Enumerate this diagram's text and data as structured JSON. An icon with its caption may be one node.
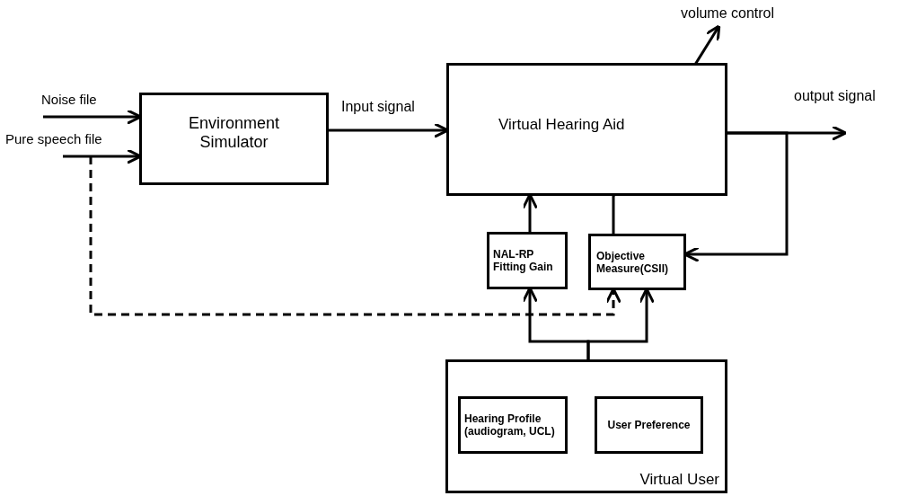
{
  "diagram": {
    "nodes": [
      {
        "text": [
          "Noise file"
        ]
      },
      {
        "text": [
          "Pure speech file"
        ]
      },
      {
        "text": [
          "Environment Simulator"
        ]
      },
      {
        "text": [
          "Virtual Hearing Aid"
        ]
      },
      {
        "text": [
          "NAL-RP Fitting Gain"
        ]
      },
      {
        "text": [
          "Objective Measure(CSII)"
        ]
      },
      {
        "text": [
          "Virtual User"
        ]
      },
      {
        "text": [
          "Hearing Profile (audiogram, UCL)"
        ],
        "in": 6
      },
      {
        "text": [
          "User Preference"
        ],
        "in": 6
      },
      {
        "text": [
          "volume control"
        ]
      }
    ],
    "edges": [
      {
        "from": 0,
        "to": 2,
        "arrow": "to"
      },
      {
        "from": 1,
        "to": 2,
        "arrow": "to"
      },
      {
        "from": 2,
        "to": 3,
        "arrow": "to",
        "label": "Input signal"
      },
      {
        "from": 3,
        "to": null,
        "arrow": "to",
        "label": "output signal"
      },
      {
        "from": 3,
        "to": 5,
        "arrow": "to"
      },
      {
        "from": 4,
        "to": 3,
        "arrow": "to"
      },
      {
        "from": 5,
        "to": 3,
        "arrow": "none"
      },
      {
        "from": 3,
        "to": 9,
        "arrow": "to"
      },
      {
        "from": 6,
        "to": 4,
        "arrow": "to"
      },
      {
        "from": 6,
        "to": 5,
        "arrow": "to"
      },
      {
        "from": 1,
        "to": 5,
        "arrow": "to",
        "style": "dashed"
      }
    ]
  }
}
